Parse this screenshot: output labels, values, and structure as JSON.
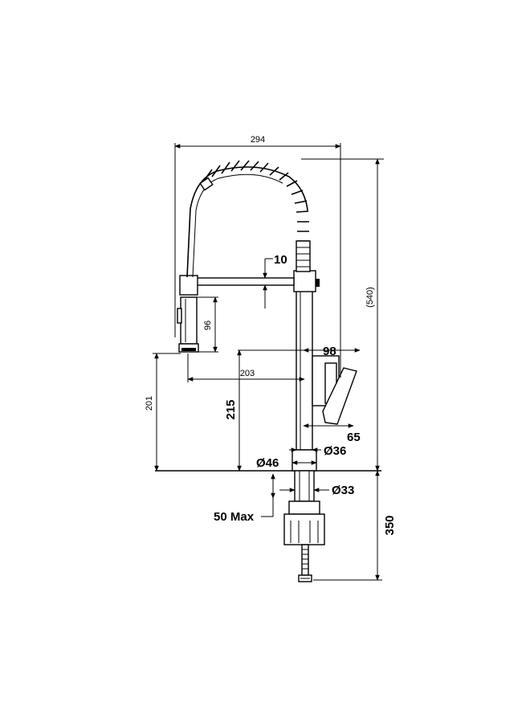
{
  "colors": {
    "ink": "#000000",
    "paper": "#ffffff"
  },
  "dimensions": {
    "overall_width": "294",
    "overall_height": "(540)",
    "spout_offset": "10",
    "sprayer_length": "96",
    "lever_width": "98",
    "spout_reach": "203",
    "sprayer_height": "201",
    "body_height": "215",
    "lever_depth": "65",
    "body_diameter": "Ø36",
    "base_diameter": "Ø46",
    "shank_diameter": "Ø33",
    "max_deck": "50 Max",
    "under_deck": "350"
  }
}
